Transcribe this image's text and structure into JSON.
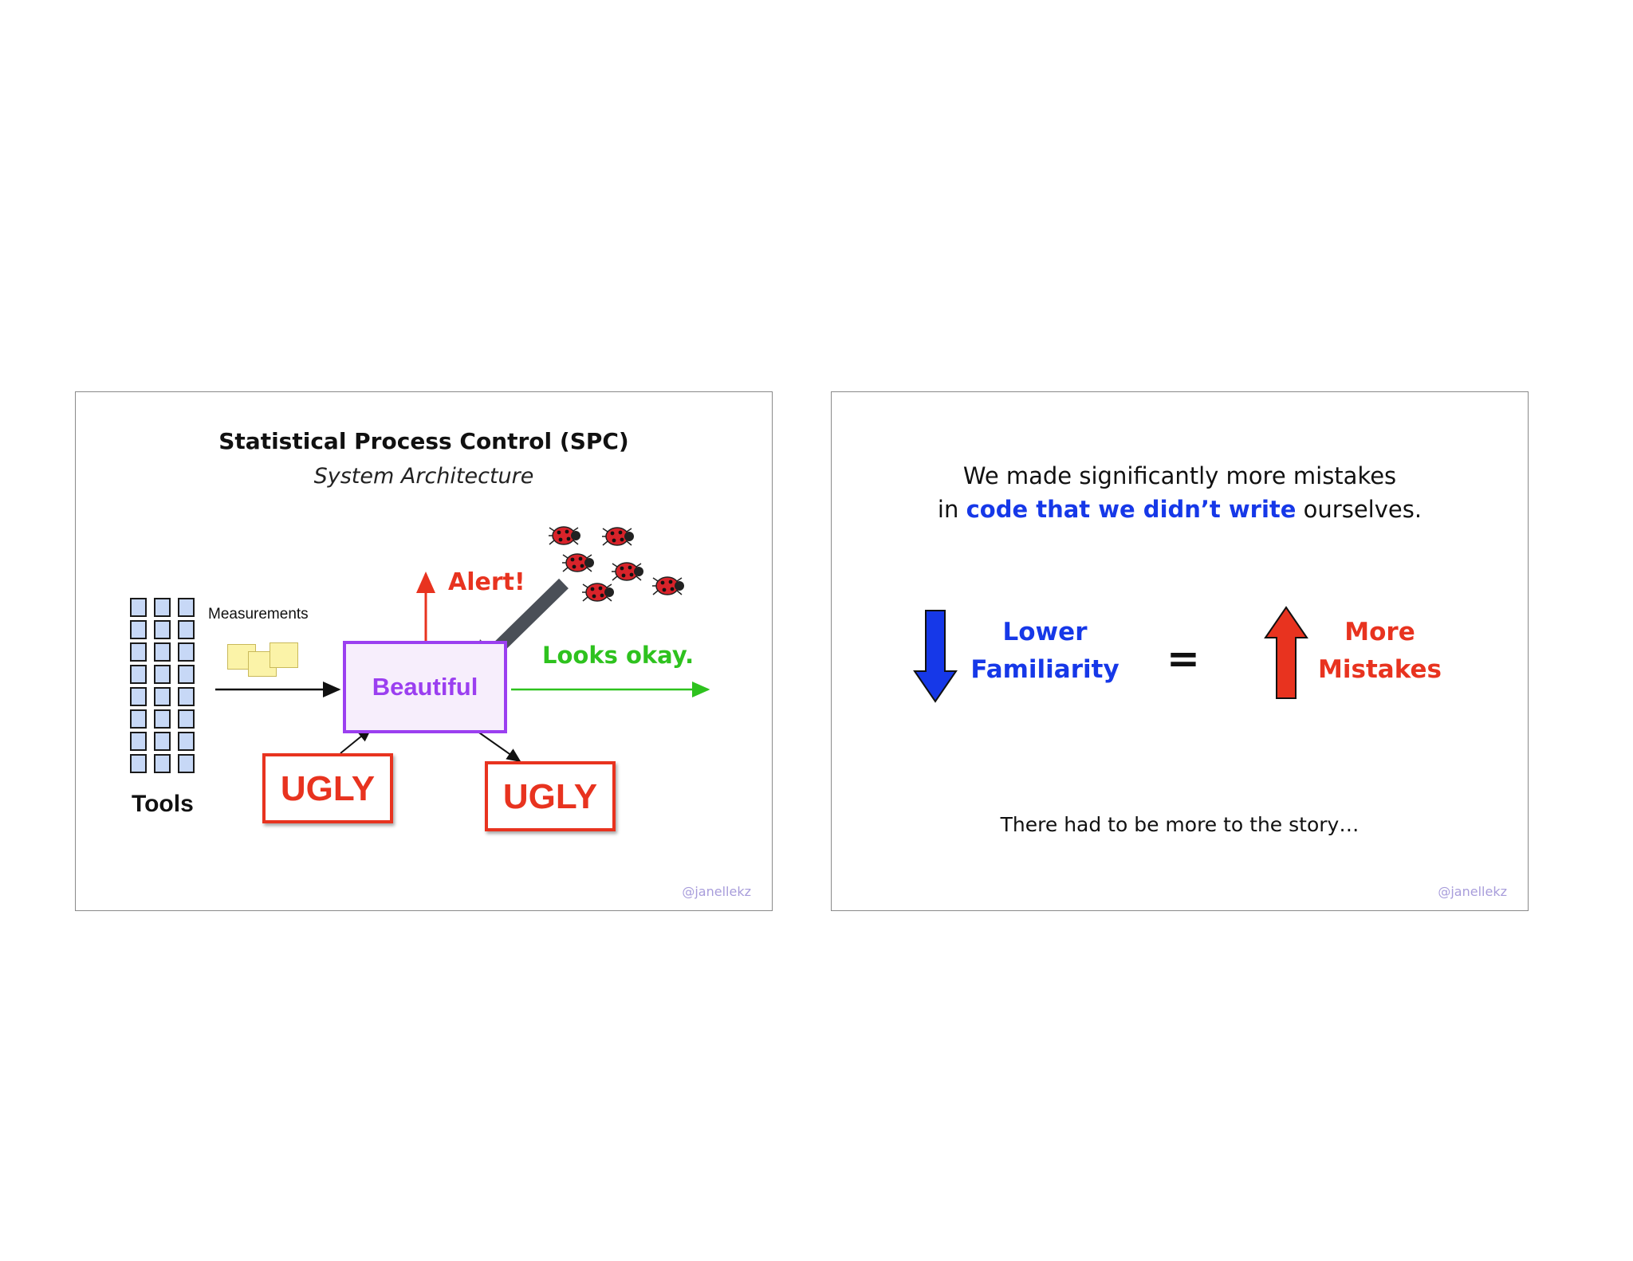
{
  "left_slide": {
    "title": "Statistical Process Control (SPC)",
    "subtitle": "System Architecture",
    "measurements_label": "Measurements",
    "tools_label": "Tools",
    "beautiful_label": "Beautiful",
    "ugly_label_1": "UGLY",
    "ugly_label_2": "UGLY",
    "alert_label": "Alert!",
    "ok_label": "Looks okay.",
    "watermark": "@janellekz",
    "colors": {
      "alert": "#e8331f",
      "ok": "#2ec21e",
      "beautiful": "#9b3ff0",
      "grid_fill": "#c7d8f6",
      "bug_arrow": "#4a4f57"
    },
    "icons": [
      "ladybug-icon",
      "sticky-note-icon",
      "grid-cell-icon"
    ]
  },
  "right_slide": {
    "line1": "We made significantly more mistakes",
    "line2_prefix": "in ",
    "line2_highlight": "code that we didn’t write",
    "line2_suffix": " ourselves.",
    "lower_line1": "Lower",
    "lower_line2": "Familiarity",
    "equals": "=",
    "more_line1": "More",
    "more_line2": "Mistakes",
    "story": "There had to be more to the story…",
    "watermark": "@janellekz",
    "colors": {
      "down_arrow": "#1638e8",
      "up_arrow": "#e8331f"
    },
    "icons": [
      "down-arrow-icon",
      "up-arrow-icon"
    ]
  }
}
